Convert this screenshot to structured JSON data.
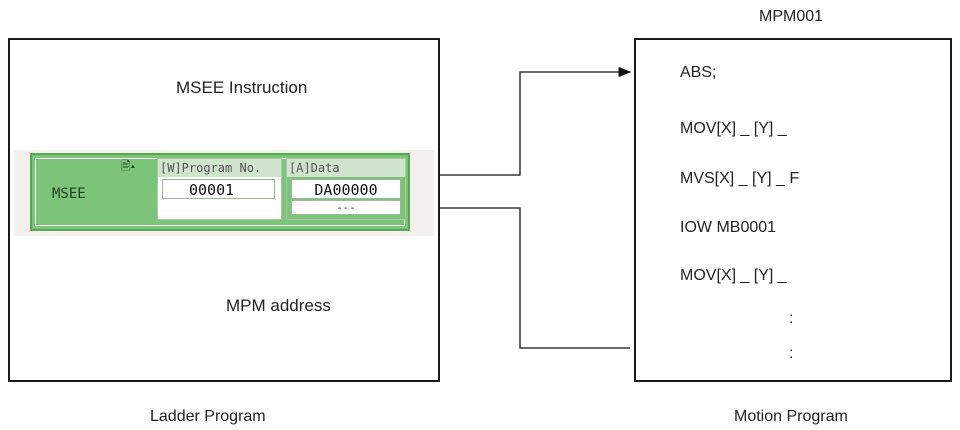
{
  "ladder_program": {
    "caption": "Ladder Program",
    "instruction_title": "MSEE Instruction",
    "instruction": {
      "mnemonic": "MSEE",
      "field_w_header": "[W]Program No.",
      "field_w_value": "00001",
      "field_a_header": "[A]Data",
      "field_a_value": "DA00000",
      "field_a_sub": "---"
    },
    "callout": "MPM address"
  },
  "motion_program": {
    "title": "MPM001",
    "caption": "Motion Program",
    "lines": [
      "ABS;",
      "MOV[X] _ [Y] _",
      "MVS[X] _ [Y] _ F",
      "IOW MB0001",
      "MOV[X] _ [Y] _"
    ],
    "continuation": ":"
  }
}
